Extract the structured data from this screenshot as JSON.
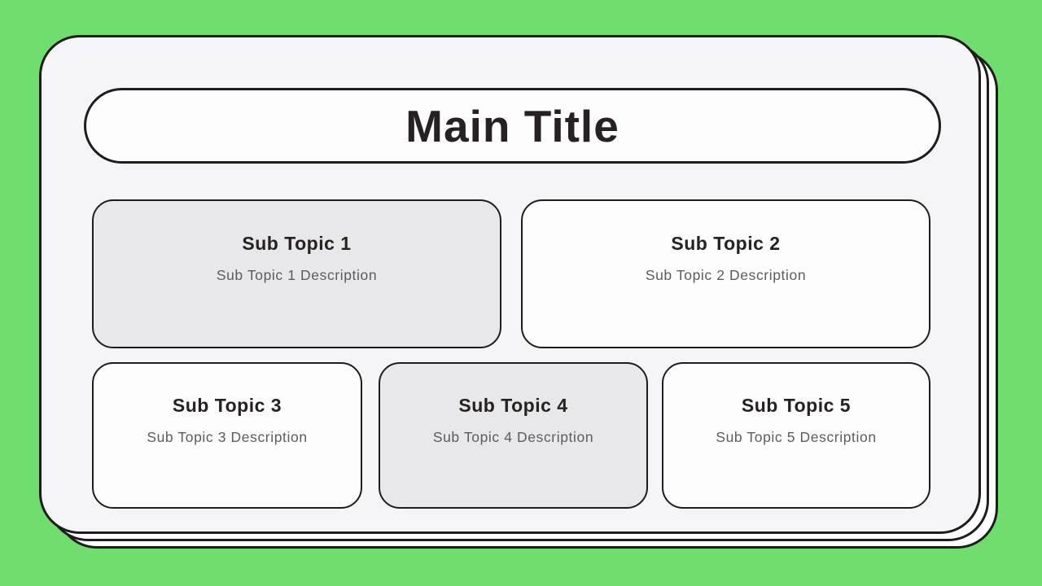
{
  "slide": {
    "main_title": "Main Title",
    "topics": [
      {
        "title": "Sub Topic 1",
        "description": "Sub Topic 1 Description",
        "variant": "gray"
      },
      {
        "title": "Sub Topic 2",
        "description": "Sub Topic 2 Description",
        "variant": "white"
      },
      {
        "title": "Sub Topic 3",
        "description": "Sub Topic 3 Description",
        "variant": "white"
      },
      {
        "title": "Sub Topic 4",
        "description": "Sub Topic 4 Description",
        "variant": "gray"
      },
      {
        "title": "Sub Topic 5",
        "description": "Sub Topic 5 Description",
        "variant": "white"
      }
    ],
    "colors": {
      "background_green": "#6EDE6D",
      "card_bg": "#F5F4F6",
      "layer_bg": "#FFFFFF",
      "white_box_bg": "#FDFDFE",
      "gray_box_bg": "#E8E7E9",
      "border": "#201C1D",
      "title_text": "#272122",
      "description_text": "#5F5B5D"
    }
  }
}
